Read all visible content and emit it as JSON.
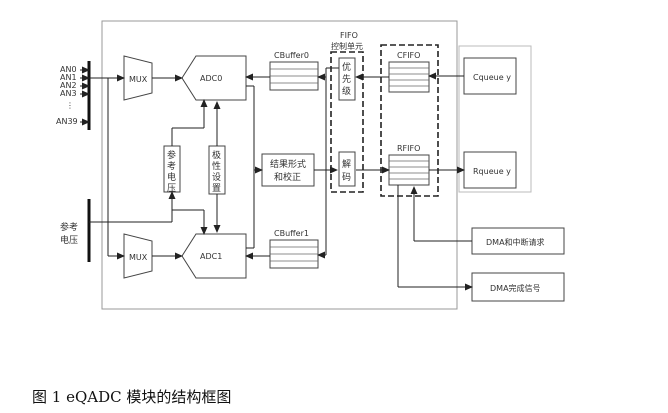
{
  "diagram": {
    "inputs": {
      "an0": "AN0",
      "an1": "AN1",
      "an2": "AN2",
      "an3": "AN3",
      "an39": "AN39",
      "ref_voltage_left": [
        "参考",
        "电压"
      ]
    },
    "blocks": {
      "mux_top": "MUX",
      "mux_bottom": "MUX",
      "adc0": "ADC0",
      "adc1": "ADC1",
      "ref_voltage": [
        "参",
        "考",
        "电",
        "压"
      ],
      "polarity": [
        "极",
        "性",
        "设",
        "置"
      ],
      "format_calib": [
        "结果形式",
        "和校正"
      ],
      "cbuffer0": "CBuffer0",
      "cbuffer1": "CBuffer1",
      "fifo_ctrl_title": [
        "FIFO",
        "控制单元"
      ],
      "priority": [
        "优",
        "先",
        "级"
      ],
      "decode": [
        "解",
        "码"
      ],
      "cfifo": "CFIFO",
      "rfifo": "RFIFO",
      "cqueue": "Cqueue y",
      "rqueue": "Rqueue y",
      "dma_irq": "DMA和中断请求",
      "dma_done": "DMA完成信号"
    }
  },
  "caption": "图 1 eQADC 模块的结构框图"
}
